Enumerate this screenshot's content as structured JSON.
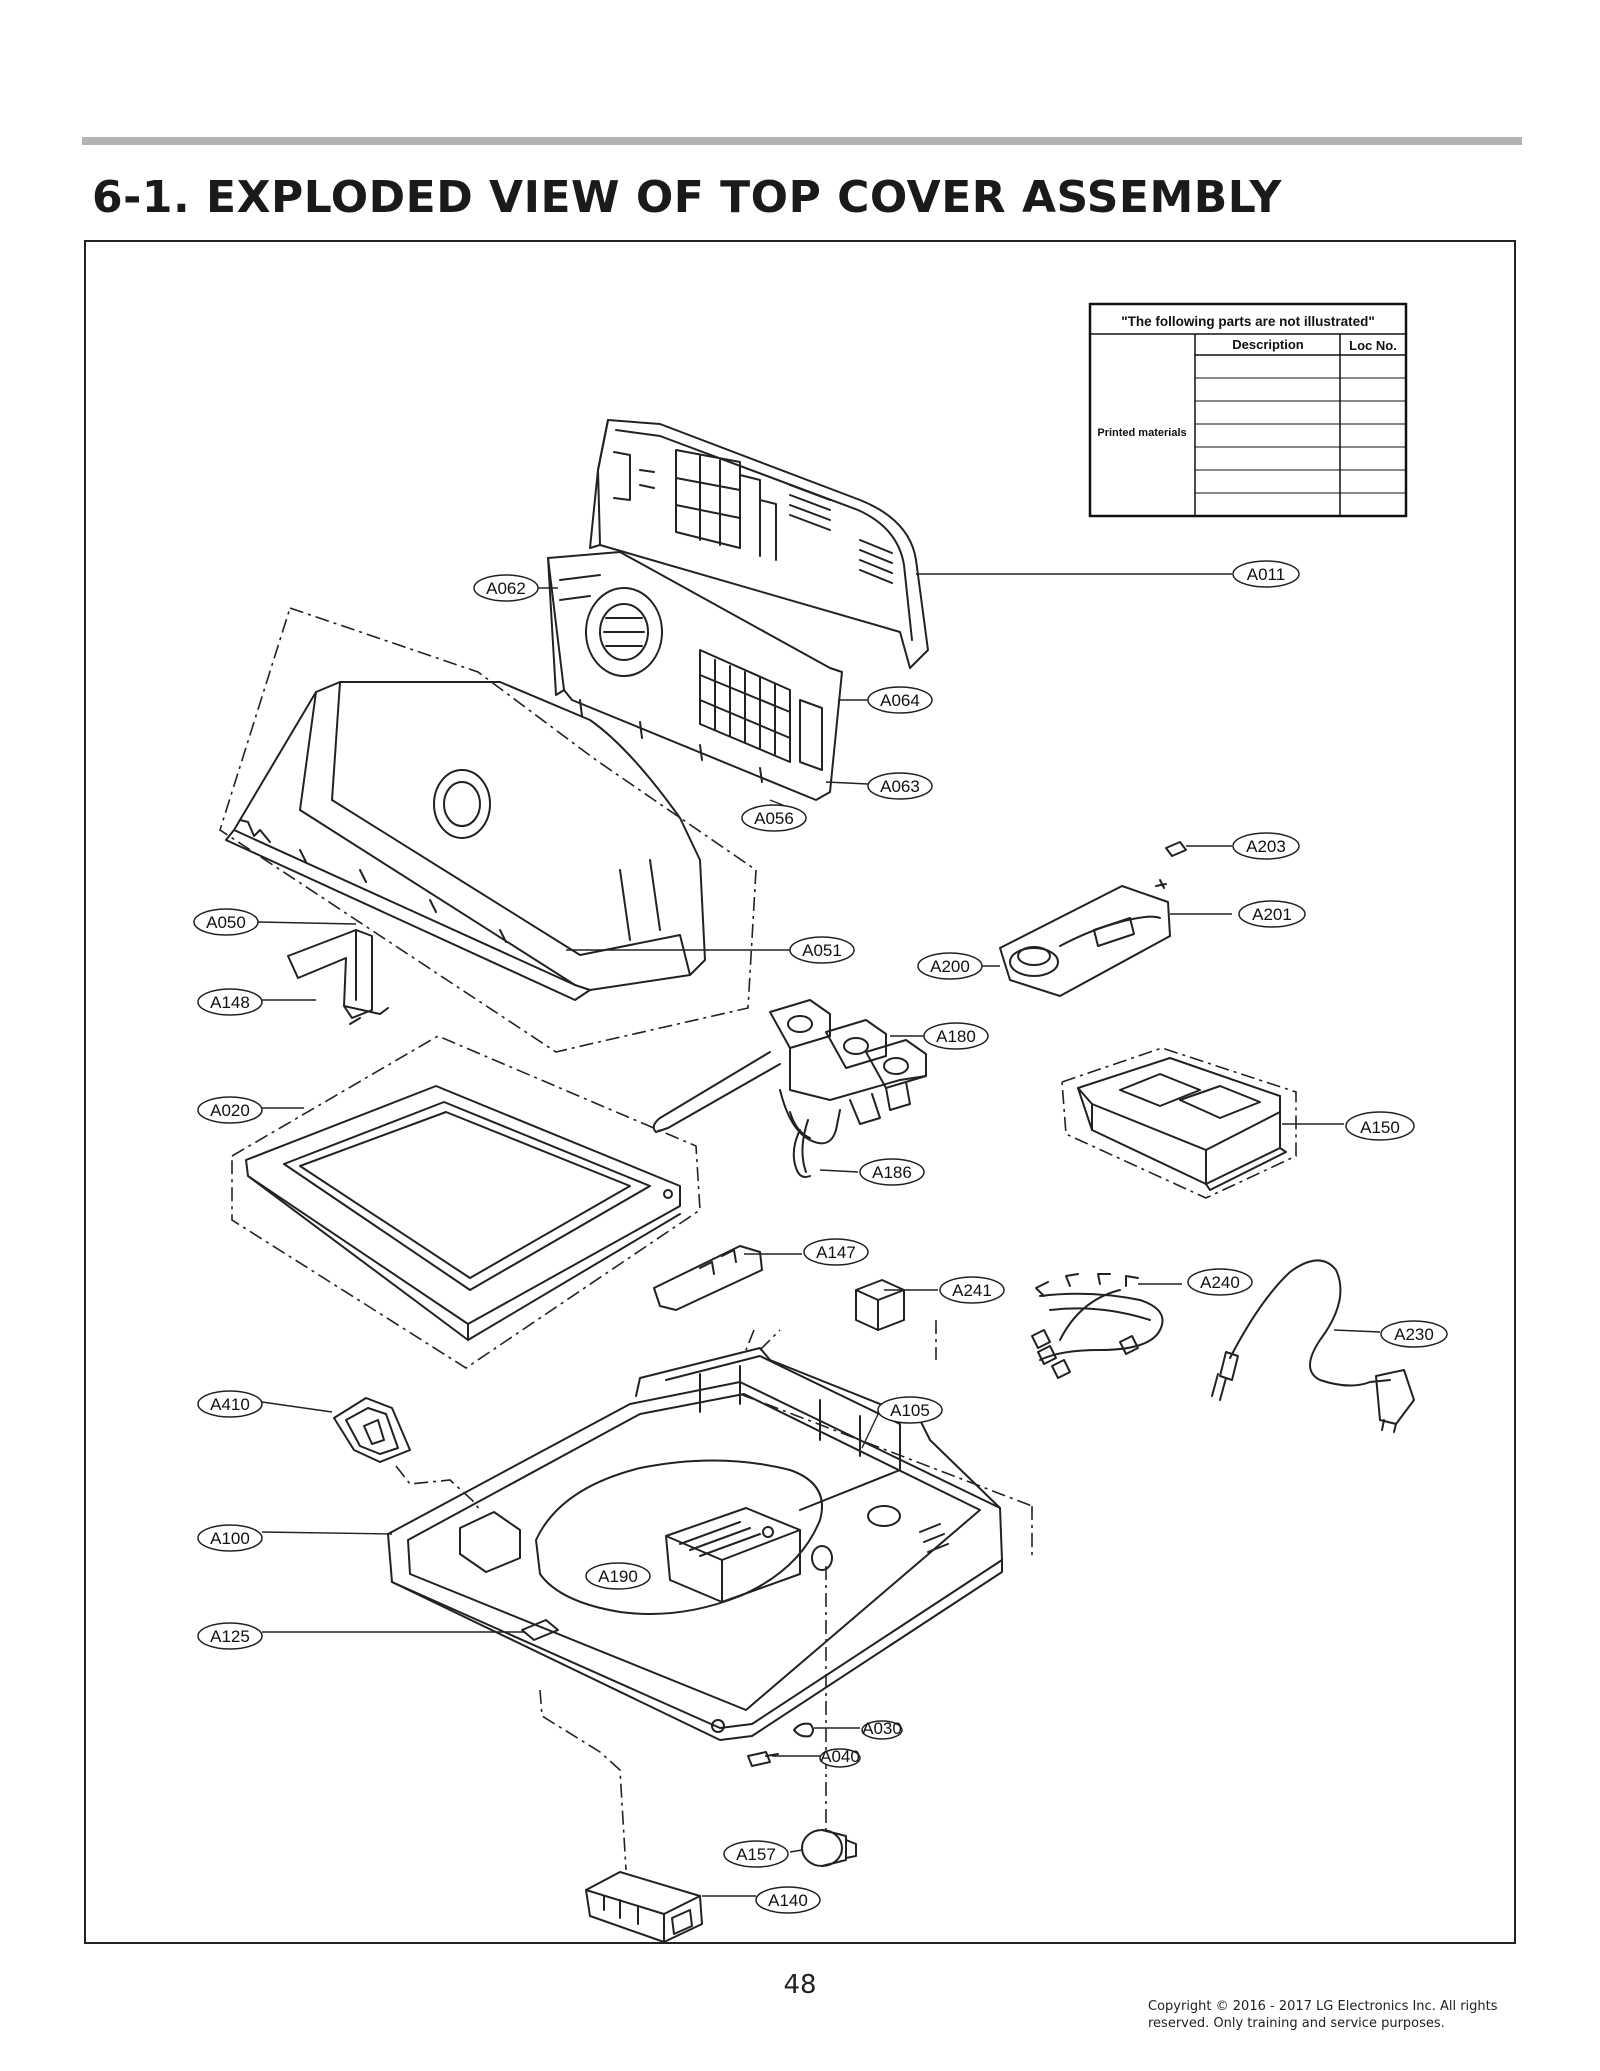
{
  "page": {
    "title": "6-1. EXPLODED VIEW OF TOP COVER ASSEMBLY",
    "page_number": "48",
    "copyright": "Copyright © 2016 - 2017 LG Electronics Inc. All rights reserved. Only training and service purposes."
  },
  "not_illustrated_table": {
    "heading": "\"The following parts are not illustrated\"",
    "col_description": "Description",
    "col_loc": "Loc No.",
    "row_label": "Printed materials"
  },
  "part_labels": {
    "a011": "A011",
    "a062": "A062",
    "a064": "A064",
    "a063": "A063",
    "a056": "A056",
    "a203": "A203",
    "a201": "A201",
    "a050": "A050",
    "a051": "A051",
    "a200": "A200",
    "a148": "A148",
    "a180": "A180",
    "a020": "A020",
    "a150": "A150",
    "a186": "A186",
    "a147": "A147",
    "a241": "A241",
    "a240": "A240",
    "a230": "A230",
    "a410": "A410",
    "a105": "A105",
    "a100": "A100",
    "a190": "A190",
    "a125": "A125",
    "a030": "A030",
    "a040": "A040",
    "a157": "A157",
    "a140": "A140"
  }
}
